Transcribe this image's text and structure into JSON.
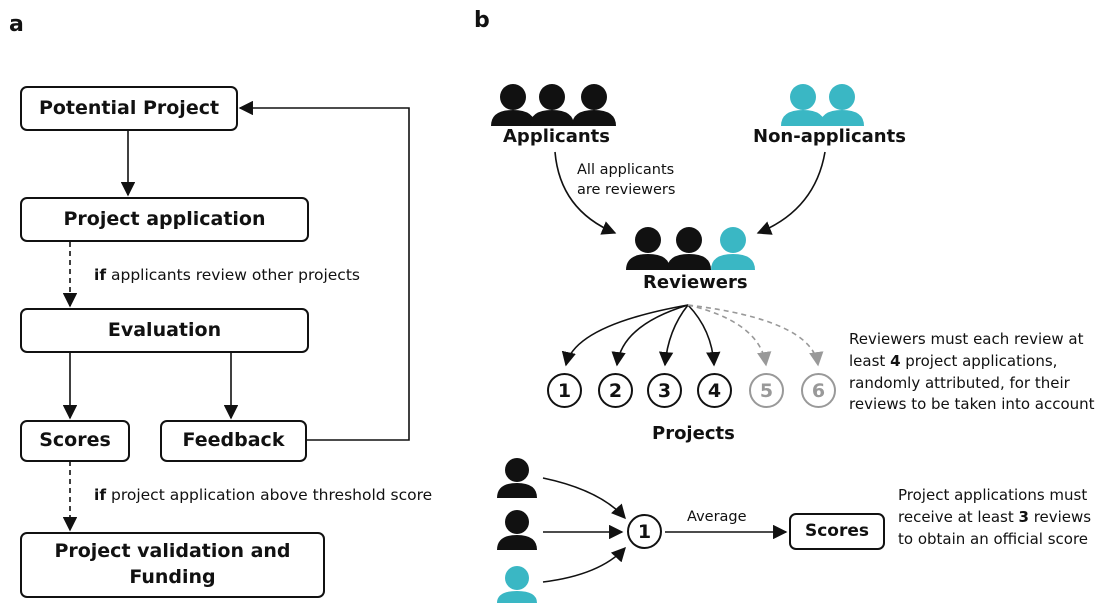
{
  "panel_a": {
    "letter": "a",
    "potential_project": "Potential Project",
    "project_application": "Project application",
    "condition1_if": "if",
    "condition1_text": " applicants review other projects",
    "evaluation": "Evaluation",
    "scores": "Scores",
    "feedback": "Feedback",
    "condition2_if": "if",
    "condition2_text": " project application above threshold score",
    "validation_line1": "Project validation and",
    "validation_line2": "Funding"
  },
  "panel_b": {
    "letter": "b",
    "applicants": "Applicants",
    "non_applicants": "Non-applicants",
    "all_applicants_line1": "All applicants",
    "all_applicants_line2": "are reviewers",
    "reviewers": "Reviewers",
    "projects": [
      "1",
      "2",
      "3",
      "4",
      "5",
      "6"
    ],
    "projects_label": "Projects",
    "note1_line1": "Reviewers must each review at",
    "note1_line2_pre": "least ",
    "note1_line2_bold": "4",
    "note1_line2_post": " project applications,",
    "note1_line3": "randomly attributed, for their",
    "note1_line4": "reviews to be taken into account",
    "average": "Average",
    "avg_node": "1",
    "scores": "Scores",
    "note2_line1": "Project applications must",
    "note2_line2_pre": "receive at least ",
    "note2_line2_bold": "3",
    "note2_line2_post": " reviews",
    "note2_line3": "to obtain an official score"
  },
  "colors": {
    "black_person": "#111111",
    "teal_person": "#3ab7c4",
    "grey": "#999999"
  }
}
